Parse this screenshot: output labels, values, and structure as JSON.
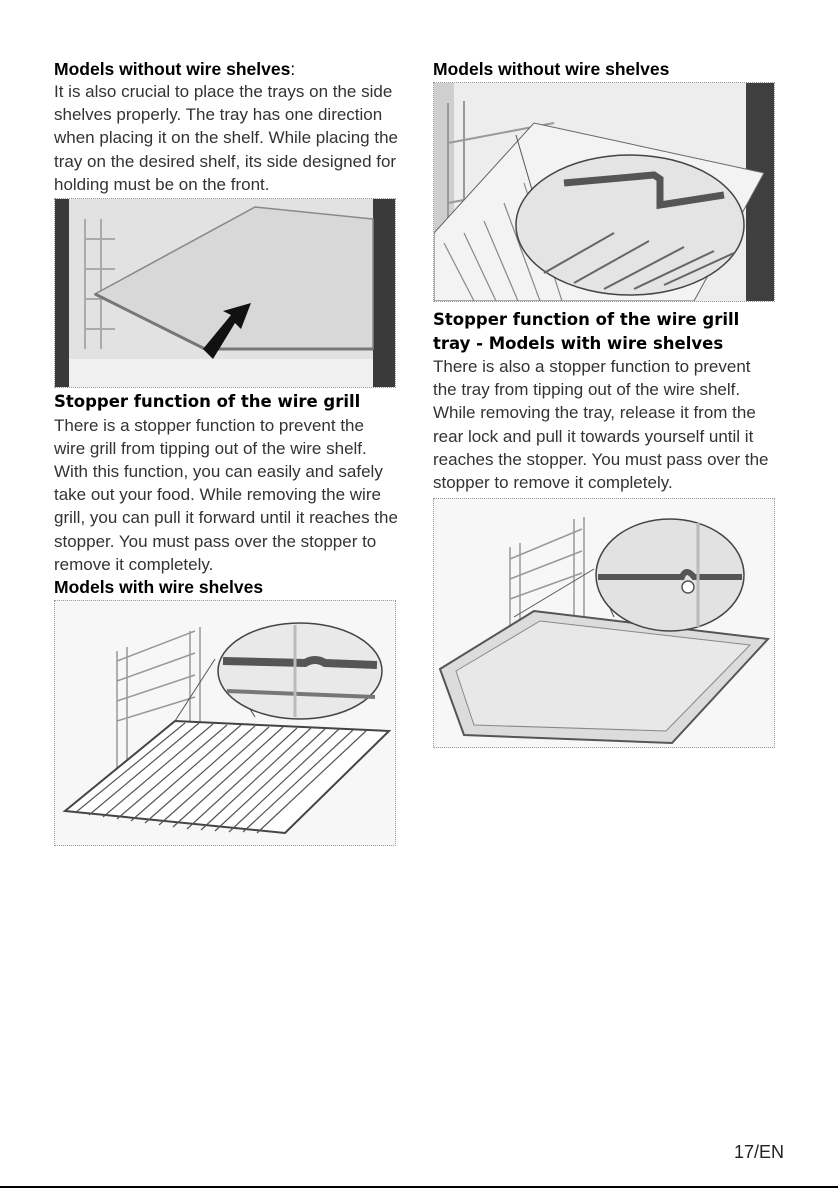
{
  "left": {
    "heading1": "Models without wire shelves",
    "heading1_colon": ":",
    "para1": "It is also crucial to place the trays on the side shelves properly. The tray has one direction when placing it on the shelf. While placing the tray on the desired shelf, its side designed for holding must be on the front.",
    "title2": "Stopper function of the wire grill",
    "para2": "There is a stopper function to prevent the wire grill from tipping out of the wire shelf. With this function, you can easily and safely take out your food. While removing the wire grill, you can pull it forward until it reaches the stopper. You must pass over the stopper to remove it completely.",
    "heading3": "Models with wire shelves"
  },
  "right": {
    "heading1": "Models without wire shelves",
    "title2": "Stopper function of the wire grill tray - Models with wire shelves",
    "para2": "There is also a stopper function to prevent the tray from tipping out of the wire shelf. While removing the tray, release it from the rear lock and pull it towards yourself until it reaches the stopper. You must pass over the stopper to remove it completely."
  },
  "footer": {
    "page_number": "17/EN"
  }
}
